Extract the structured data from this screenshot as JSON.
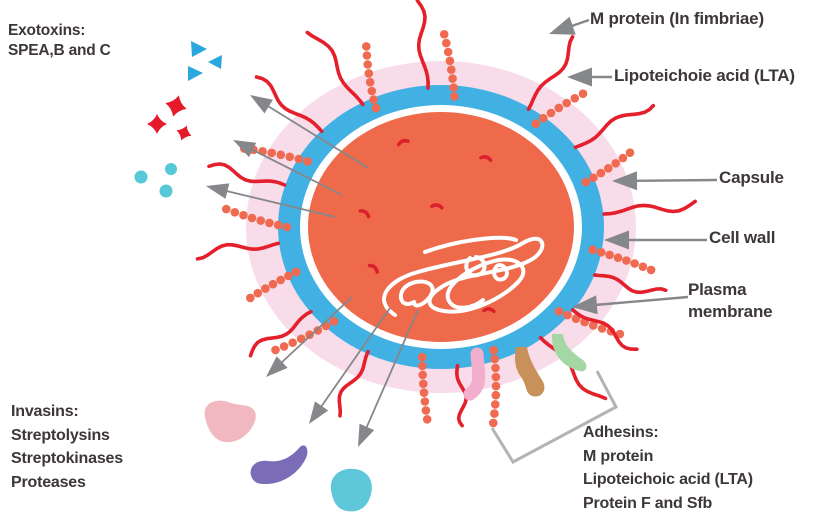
{
  "title": "Streptococcus bacterium virulence factors diagram",
  "labels": {
    "m_protein": "M protein (In fimbriae)",
    "lta": "Lipoteichoie acid (LTA)",
    "capsule": "Capsule",
    "cell_wall": "Cell wall",
    "plasma_line1": "Plasma",
    "plasma_line2": "membrane"
  },
  "exotoxins": {
    "title": "Exotoxins:",
    "subtitle": "SPEA,B and C"
  },
  "invasins": {
    "title": "Invasins:",
    "items": [
      "Streptolysins",
      "Streptokinases",
      "Proteases"
    ]
  },
  "adhesins": {
    "title": "Adhesins:",
    "items": [
      "M protein",
      "Lipoteichoic acid (LTA)",
      "Protein F and Sfb"
    ]
  },
  "colors": {
    "text": "#3d3737",
    "capsule": "#f8dcea",
    "cell_wall": "#41b1e3",
    "membrane": "#ffffff",
    "cytoplasm": "#ee6a4a",
    "fimbriae": "#e3202b",
    "lta_dots": "#ef6a50",
    "granule": "#da202c",
    "dna": "#ffffff",
    "arrow": "#85878a",
    "bracket": "#b1b3b6",
    "triangle": "#29a8e0",
    "star": "#e51b2c",
    "dot": "#57c8d8",
    "blob_pink": "#f2b8c0",
    "blob_purple": "#7b6cb8",
    "blob_cyan": "#5ec8da",
    "adhesin_pink": "#f2afcd",
    "adhesin_tan": "#c79159",
    "adhesin_green": "#a5d7a5"
  }
}
